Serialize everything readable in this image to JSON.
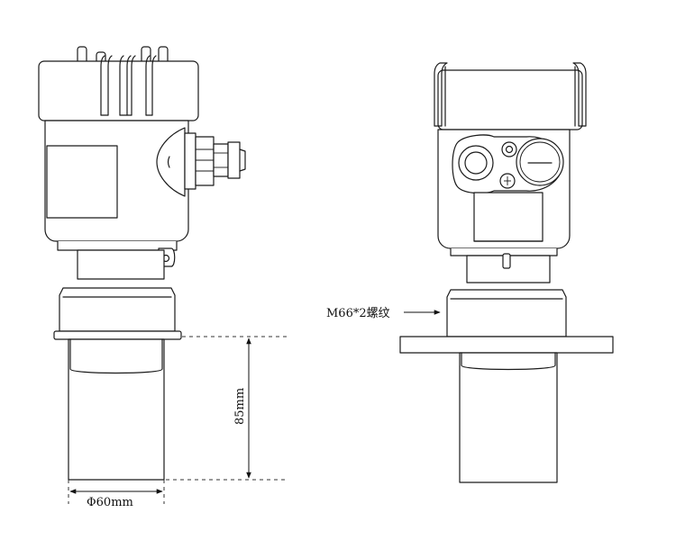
{
  "labels": {
    "width_dim": "Φ60mm",
    "height_dim": "85mm",
    "thread_callout": "M66*2螺纹"
  },
  "colors": {
    "line": "#1a1a1a",
    "background": "#ffffff"
  }
}
